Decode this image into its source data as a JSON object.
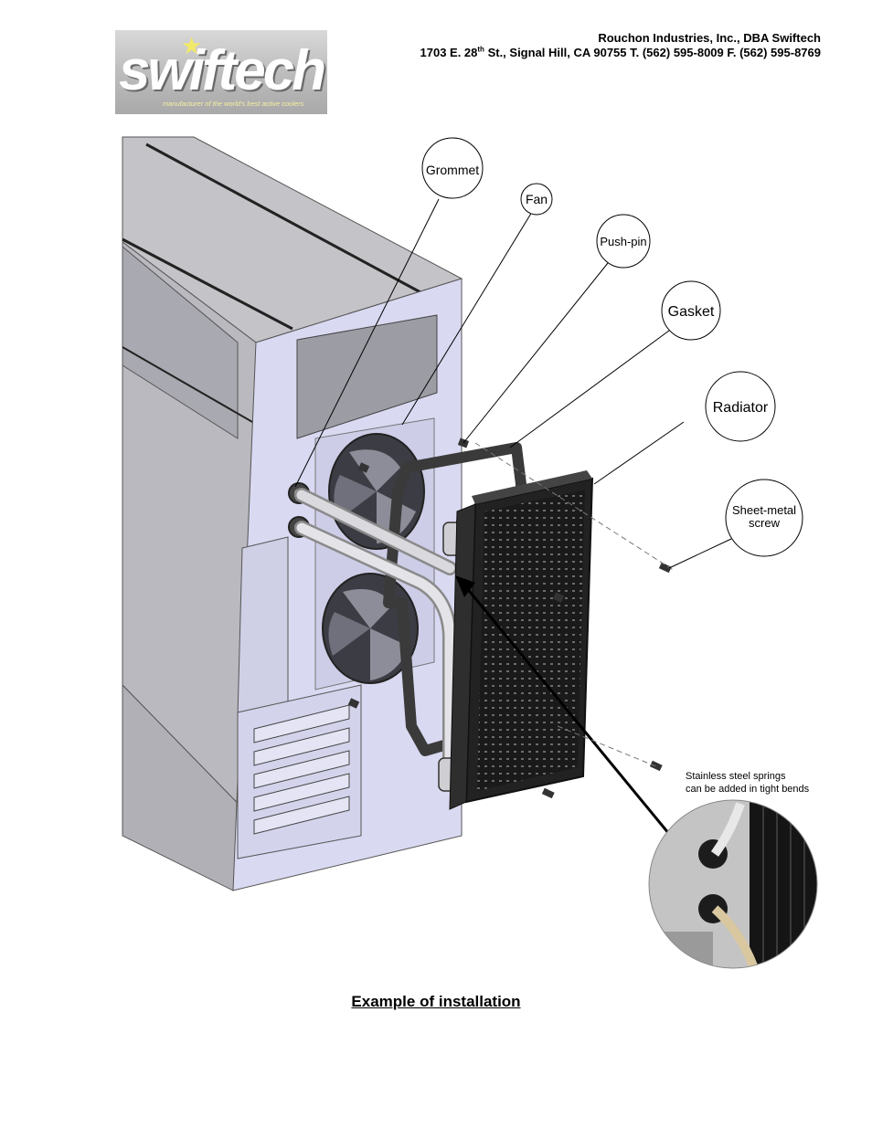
{
  "header": {
    "logo_text": "swiftech",
    "logo_tagline": "manufacturer of the world's best active coolers",
    "company_line1": "Rouchon Industries, Inc., DBA Swiftech",
    "address_pre": "1703 E. 28",
    "address_sup": "th",
    "address_post": " St., Signal Hill, CA 90755 T. (562) 595-8009 F. (562) 595-8769"
  },
  "diagram": {
    "callouts": {
      "grommet": "Grommet",
      "fan": "Fan",
      "push_pin": "Push-pin",
      "gasket": "Gasket",
      "radiator": "Radiator",
      "sheet_metal_1": "Sheet-metal",
      "sheet_metal_2": "screw"
    },
    "note_line1": "Stainless steel springs",
    "note_line2": "can be added in tight bends"
  },
  "caption": "Example of installation",
  "colors": {
    "case_face": "#d6d6f0",
    "case_side": "#c8c8cf",
    "radiator": "#1e1e1e",
    "gasket": "#3a3a3a",
    "logo_accent": "#f4f0a0"
  }
}
